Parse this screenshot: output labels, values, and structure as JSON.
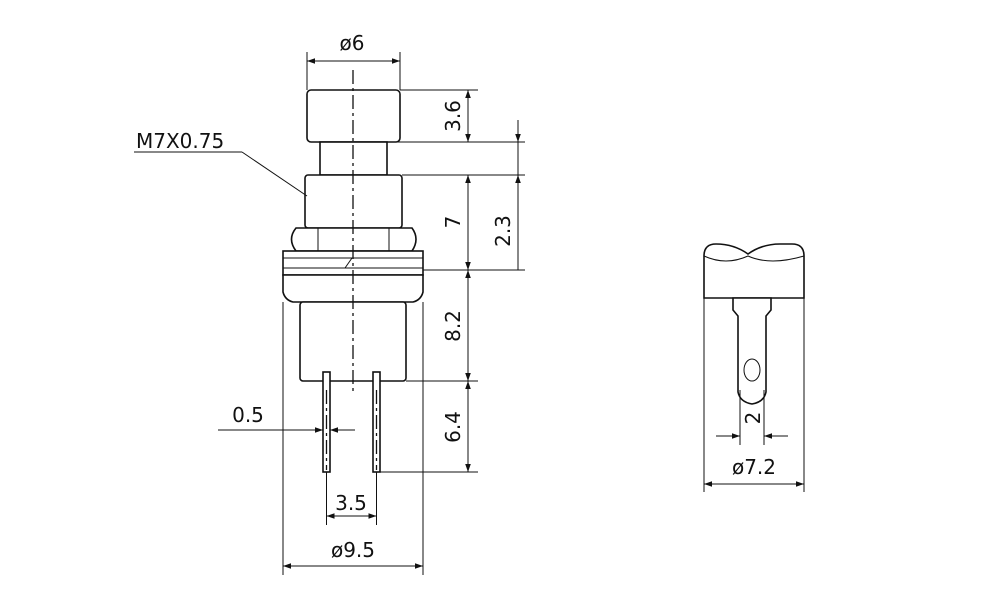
{
  "diagram": {
    "labels": {
      "cap_diameter": "ø6",
      "thread_spec": "M7X0.75",
      "cap_height": "3.6",
      "thread_length": "7",
      "travel": "2.3",
      "body_length": "8.2",
      "pin_length": "6.4",
      "pin_thickness": "0.5",
      "pin_pitch": "3.5",
      "body_diameter": "ø9.5",
      "terminal_hole": "2",
      "side_width": "ø7.2"
    }
  }
}
